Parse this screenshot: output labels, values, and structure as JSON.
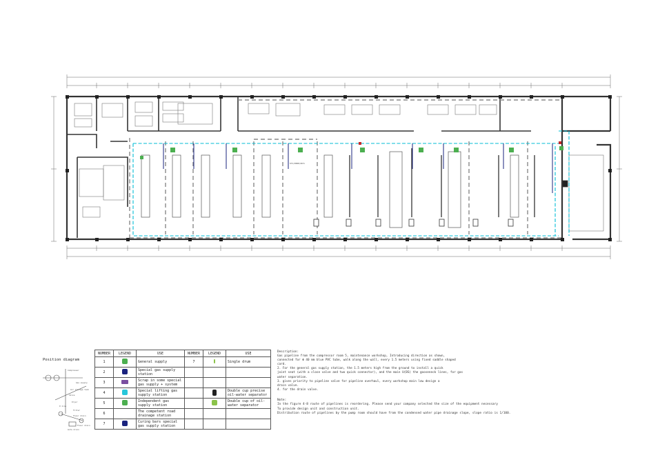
{
  "drawing": {
    "position_title": "Position diagram",
    "position_labels": [
      "Compressor",
      "Gas supply",
      "Air storage tank",
      "Valve",
      "Dryer",
      "P-line",
      "Filter",
      "Floor drain",
      "Floor drain",
      "Auto drain"
    ],
    "plan_labels": [
      "ST1/DN65/RCS"
    ],
    "colors": {
      "wall": "#333333",
      "pipe_main": "#00bcd4",
      "pipe_branch": "#1a237e",
      "station": "#4caf50",
      "valve": "#c62828"
    }
  },
  "legend": {
    "headers": [
      "NUMBER",
      "LEGEND",
      "USE",
      "NUMBER",
      "LEGEND",
      "USE"
    ],
    "rows": [
      {
        "no": "1",
        "use": "General supply",
        "no2": "7",
        "use2": "Single drum"
      },
      {
        "no": "2",
        "use": "Special gas supply station",
        "no2": "",
        "use2": ""
      },
      {
        "no": "3",
        "use": "Scrap in some special gas supply + system",
        "no2": "",
        "use2": ""
      },
      {
        "no": "4",
        "use": "Special lifting gas supply station",
        "no2": "",
        "use2": "Double cup precise oil-water separator"
      },
      {
        "no": "5",
        "use": "Independent gas supply station",
        "no2": "",
        "use2": "Double cup of oil-water separator"
      },
      {
        "no": "6",
        "use": "The competent road drainage station",
        "no2": "",
        "use2": ""
      },
      {
        "no": "7",
        "use": "Curing bars special gas supply station",
        "no2": "",
        "use2": ""
      }
    ]
  },
  "description": {
    "lines": [
      "Description:",
      "Gas pipeline from the compressor room 5, maintenance workshop, Introducing direction as shown,",
      "connected for Φ 40 mm blue PVC tube, walk along the wall, every 1.5 meters using fixed saddle shaped",
      "card.",
      "2. For the general gas supply station, the 1.5 meters high from the ground to install a quick",
      "joint seat (with a close valve and two quick connector), and the main U(BS) the gooseneck lines, for gas",
      "water separation.",
      "3. gives priority to pipeline valve for pipeline overhaul, every workshop main low design a",
      "drain valve.",
      "4. for the drain valve."
    ]
  },
  "notes": {
    "lines": [
      "Note:",
      "In the figure 4-8 route of pipelines is reordering. Please send your company selected the size of the equipment necessary",
      "To provide design unit and construction unit.",
      "Distribution route of pipelines by the pump room should have from the condensed water pipe drainage slope, slope ratio is 1/100."
    ]
  }
}
